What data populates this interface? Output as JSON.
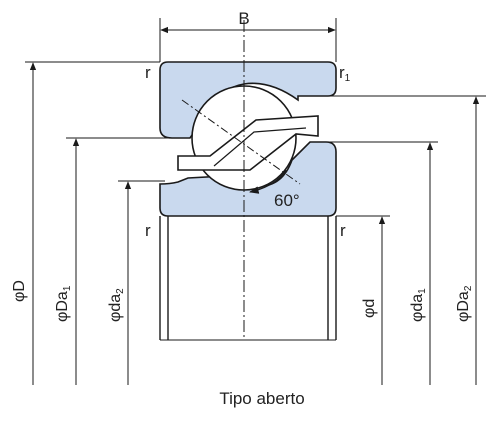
{
  "labels": {
    "width_label": "B",
    "r_top_left": "r",
    "r1_main": "r",
    "r1_sub": "1",
    "r_bottom_left": "r",
    "r_bottom_right": "r",
    "angle_label": "60°",
    "caption": "Tipo aberto"
  },
  "dimensions": [
    {
      "id": "phiD",
      "main": "φD",
      "sub": ""
    },
    {
      "id": "phiDa1",
      "main": "φDa",
      "sub": "1"
    },
    {
      "id": "phidaa2",
      "main": "φda",
      "sub": "2"
    },
    {
      "id": "phid",
      "main": "φd",
      "sub": ""
    },
    {
      "id": "phida1",
      "main": "φda",
      "sub": "1"
    },
    {
      "id": "phiDa2",
      "main": "φDa",
      "sub": "2"
    }
  ],
  "colors": {
    "ring_fill": "#c9d9ee",
    "line": "#1a1a1a",
    "ball_fill": "#ffffff"
  }
}
